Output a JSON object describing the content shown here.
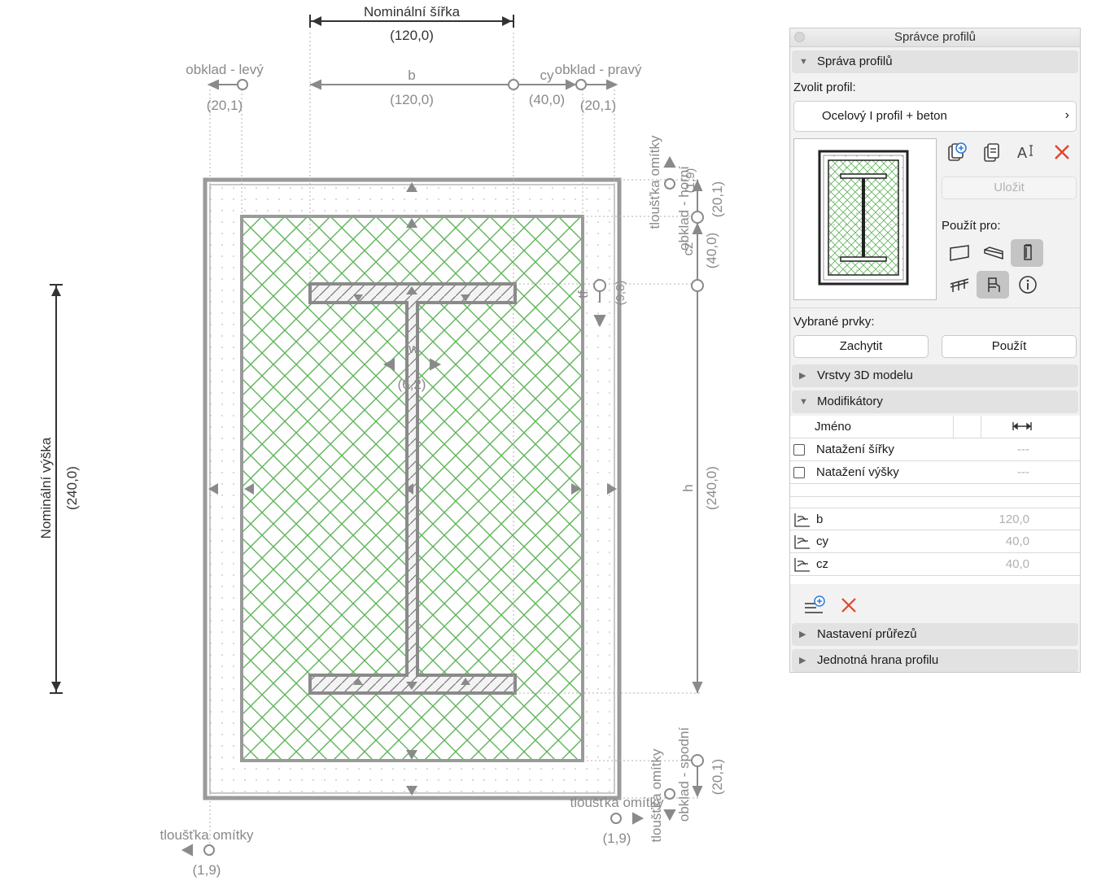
{
  "drawing": {
    "nominal_width_label": "Nominální šířka",
    "nominal_width_value": "(120,0)",
    "nominal_height_label": "Nominální výška",
    "nominal_height_value": "(240,0)",
    "cladding_left_label": "obklad - levý",
    "cladding_left_value": "(20,1)",
    "cladding_right_label": "obklad - pravý",
    "cladding_right_value": "(20,1)",
    "b_label": "b",
    "b_value": "(120,0)",
    "cy_label": "cy",
    "cy_value": "(40,0)",
    "plaster_top_label": "tloušťka omítky",
    "plaster_top_value": "(1,9)",
    "cladding_top_label": "obklad - horní",
    "cladding_top_value": "(20,1)",
    "cz_label": "cz",
    "cz_value": "(40,0)",
    "tf_label": "tf",
    "tf_value": "(9,8)",
    "tw_label": "tw",
    "tw_value": "(6,2)",
    "h_label": "h",
    "h_value": "(240,0)",
    "plaster_bottom_label": "tloušťka omítky",
    "plaster_bottom_value": "(1,9)",
    "cladding_bottom_label": "obklad - spodní",
    "cladding_bottom_value": "(20,1)",
    "plaster_right_label": "tloušťka omítky",
    "plaster_right_value": "(1,9)",
    "plaster_left_label": "tloušťka omítky",
    "plaster_left_value": "(1,9)"
  },
  "panel": {
    "title": "Správce profilů",
    "section_manage": "Správa profilů",
    "choose_profile_label": "Zvolit profil:",
    "profile_value": "Ocelový I profil + beton",
    "save_button": "Uložit",
    "use_for_label": "Použít pro:",
    "selected_elements_label": "Vybrané prvky:",
    "capture_button": "Zachytit",
    "apply_button": "Použít",
    "section_layers": "Vrstvy 3D modelu",
    "section_modifiers": "Modifikátory",
    "table_header_name": "Jméno",
    "stretch_rows": [
      {
        "name": "Natažení šířky",
        "value": "---"
      },
      {
        "name": "Natažení výšky",
        "value": "---"
      }
    ],
    "param_rows": [
      {
        "name": "b",
        "value": "120,0"
      },
      {
        "name": "cy",
        "value": "40,0"
      },
      {
        "name": "cz",
        "value": "40,0"
      }
    ],
    "section_cross": "Nastavení průřezů",
    "section_edge": "Jednotná hrana profilu"
  },
  "colors": {
    "hatch_green": "#5fb35a",
    "delete_red": "#e0452b",
    "dim_gray": "#8a8a8a"
  }
}
